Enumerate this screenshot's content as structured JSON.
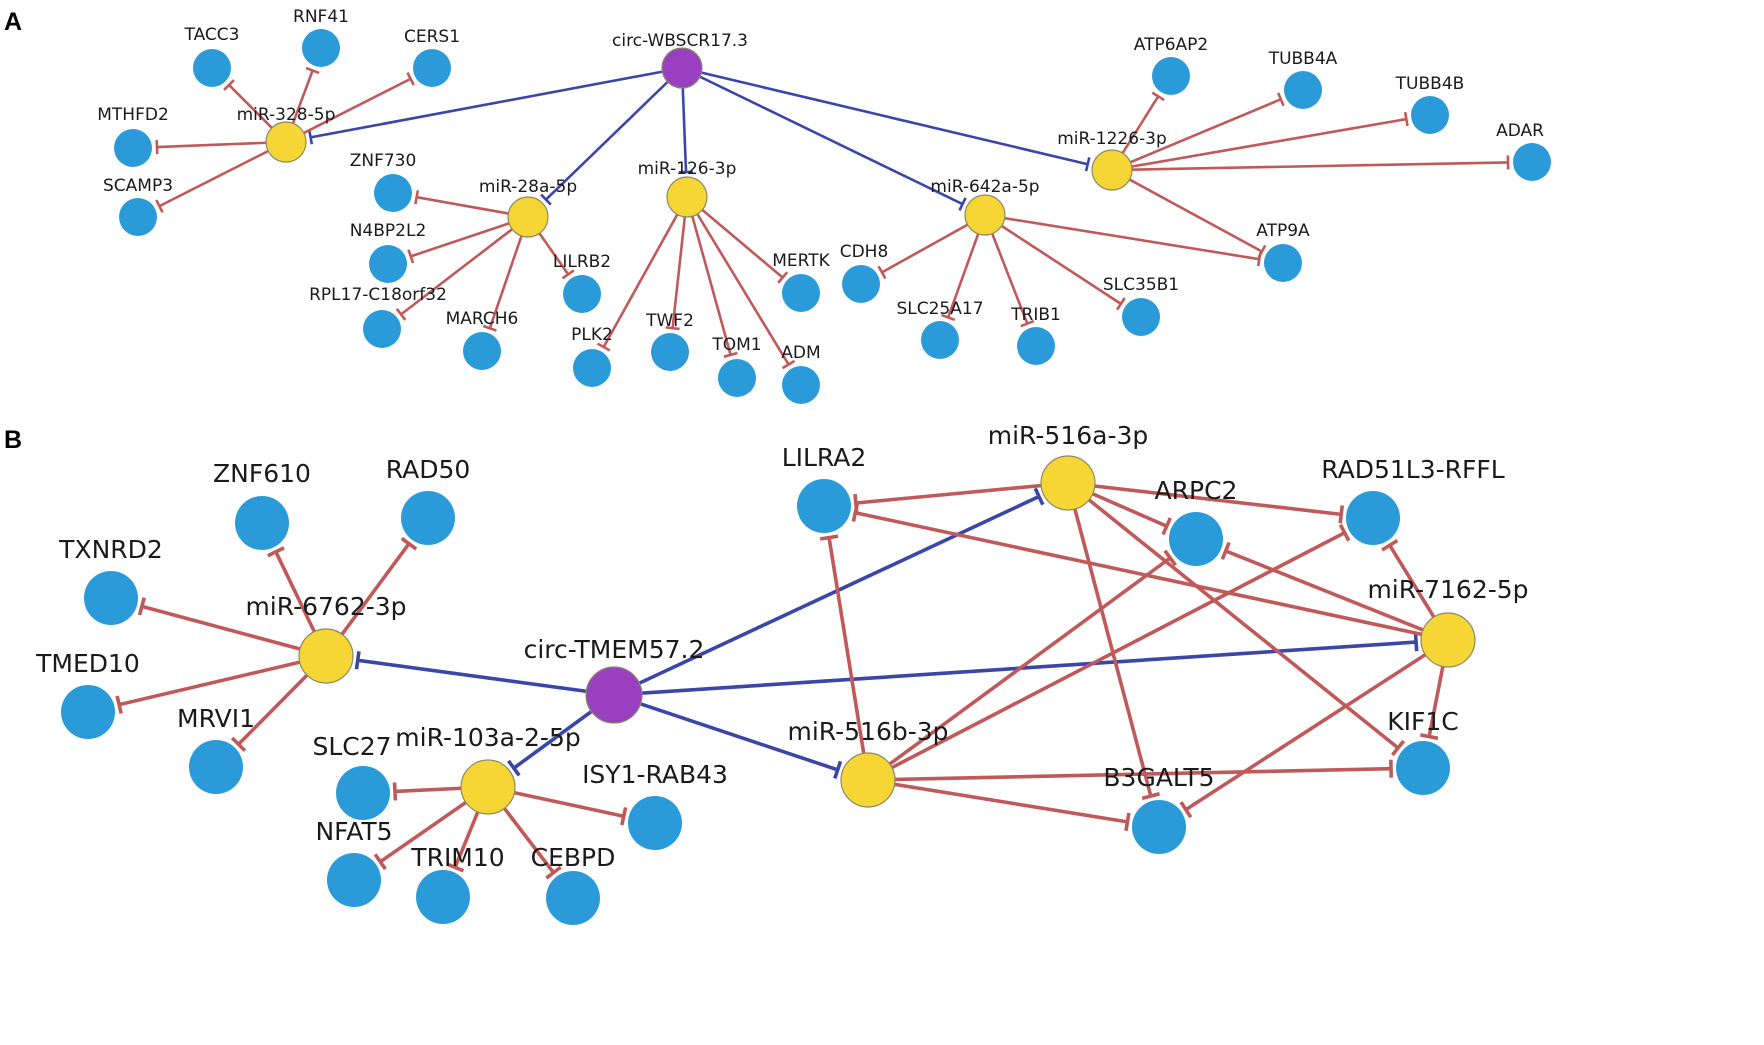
{
  "colors": {
    "circ": "#9a3fbf",
    "mirna": "#f5d635",
    "gene": "#2a9bd8",
    "edge_red": "#c05a5a",
    "edge_blue": "#3a46a8",
    "node_stroke": "#8a8a6a"
  },
  "panels": [
    {
      "id": "A",
      "label": "A",
      "nodes": [
        {
          "id": "circ",
          "label": "circ-WBSCR17.3",
          "kind": "circ"
        },
        {
          "id": "m328",
          "label": "miR-328-5p",
          "kind": "mirna"
        },
        {
          "id": "m28a",
          "label": "miR-28a-5p",
          "kind": "mirna"
        },
        {
          "id": "m126",
          "label": "miR-126-3p",
          "kind": "mirna"
        },
        {
          "id": "m642",
          "label": "miR-642a-5p",
          "kind": "mirna"
        },
        {
          "id": "m1226",
          "label": "miR-1226-3p",
          "kind": "mirna"
        },
        {
          "id": "TACC3",
          "label": "TACC3",
          "kind": "gene"
        },
        {
          "id": "RNF41",
          "label": "RNF41",
          "kind": "gene"
        },
        {
          "id": "CERS1",
          "label": "CERS1",
          "kind": "gene"
        },
        {
          "id": "MTHFD2",
          "label": "MTHFD2",
          "kind": "gene"
        },
        {
          "id": "SCAMP3",
          "label": "SCAMP3",
          "kind": "gene"
        },
        {
          "id": "ZNF730",
          "label": "ZNF730",
          "kind": "gene"
        },
        {
          "id": "N4BP2L2",
          "label": "N4BP2L2",
          "kind": "gene"
        },
        {
          "id": "RPL17",
          "label": "RPL17-C18orf32",
          "kind": "gene"
        },
        {
          "id": "MARCH6",
          "label": "MARCH6",
          "kind": "gene"
        },
        {
          "id": "LILRB2",
          "label": "LILRB2",
          "kind": "gene"
        },
        {
          "id": "PLK2",
          "label": "PLK2",
          "kind": "gene"
        },
        {
          "id": "TWF2",
          "label": "TWF2",
          "kind": "gene"
        },
        {
          "id": "TOM1",
          "label": "TOM1",
          "kind": "gene"
        },
        {
          "id": "ADM",
          "label": "ADM",
          "kind": "gene"
        },
        {
          "id": "MERTK",
          "label": "MERTK",
          "kind": "gene"
        },
        {
          "id": "CDH8",
          "label": "CDH8",
          "kind": "gene"
        },
        {
          "id": "SLC25A17",
          "label": "SLC25A17",
          "kind": "gene"
        },
        {
          "id": "TRIB1",
          "label": "TRIB1",
          "kind": "gene"
        },
        {
          "id": "SLC35B1",
          "label": "SLC35B1",
          "kind": "gene"
        },
        {
          "id": "ATP6AP2",
          "label": "ATP6AP2",
          "kind": "gene"
        },
        {
          "id": "TUBB4A",
          "label": "TUBB4A",
          "kind": "gene"
        },
        {
          "id": "TUBB4B",
          "label": "TUBB4B",
          "kind": "gene"
        },
        {
          "id": "ADAR",
          "label": "ADAR",
          "kind": "gene"
        },
        {
          "id": "ATP9A",
          "label": "ATP9A",
          "kind": "gene"
        }
      ],
      "edges": [
        [
          "circ",
          "m328",
          "blue"
        ],
        [
          "circ",
          "m28a",
          "blue"
        ],
        [
          "circ",
          "m126",
          "blue"
        ],
        [
          "circ",
          "m642",
          "blue"
        ],
        [
          "circ",
          "m1226",
          "blue"
        ],
        [
          "m328",
          "TACC3",
          "red"
        ],
        [
          "m328",
          "RNF41",
          "red"
        ],
        [
          "m328",
          "CERS1",
          "red"
        ],
        [
          "m328",
          "MTHFD2",
          "red"
        ],
        [
          "m328",
          "SCAMP3",
          "red"
        ],
        [
          "m28a",
          "ZNF730",
          "red"
        ],
        [
          "m28a",
          "N4BP2L2",
          "red"
        ],
        [
          "m28a",
          "RPL17",
          "red"
        ],
        [
          "m28a",
          "MARCH6",
          "red"
        ],
        [
          "m28a",
          "LILRB2",
          "red"
        ],
        [
          "m126",
          "PLK2",
          "red"
        ],
        [
          "m126",
          "TWF2",
          "red"
        ],
        [
          "m126",
          "TOM1",
          "red"
        ],
        [
          "m126",
          "ADM",
          "red"
        ],
        [
          "m126",
          "MERTK",
          "red"
        ],
        [
          "m642",
          "CDH8",
          "red"
        ],
        [
          "m642",
          "SLC25A17",
          "red"
        ],
        [
          "m642",
          "TRIB1",
          "red"
        ],
        [
          "m642",
          "SLC35B1",
          "red"
        ],
        [
          "m642",
          "ATP9A",
          "red"
        ],
        [
          "m1226",
          "ATP6AP2",
          "red"
        ],
        [
          "m1226",
          "TUBB4A",
          "red"
        ],
        [
          "m1226",
          "TUBB4B",
          "red"
        ],
        [
          "m1226",
          "ADAR",
          "red"
        ],
        [
          "m1226",
          "ATP9A",
          "red"
        ]
      ]
    },
    {
      "id": "B",
      "label": "B",
      "nodes": [
        {
          "id": "circ",
          "label": "circ-TMEM57.2",
          "kind": "circ"
        },
        {
          "id": "m6762",
          "label": "miR-6762-3p",
          "kind": "mirna"
        },
        {
          "id": "m103",
          "label": "miR-103a-2-5p",
          "kind": "mirna"
        },
        {
          "id": "m516b",
          "label": "miR-516b-3p",
          "kind": "mirna"
        },
        {
          "id": "m516a",
          "label": "miR-516a-3p",
          "kind": "mirna"
        },
        {
          "id": "m7162",
          "label": "miR-7162-5p",
          "kind": "mirna"
        },
        {
          "id": "ZNF610",
          "label": "ZNF610",
          "kind": "gene"
        },
        {
          "id": "RAD50",
          "label": "RAD50",
          "kind": "gene"
        },
        {
          "id": "TXNRD2",
          "label": "TXNRD2",
          "kind": "gene"
        },
        {
          "id": "TMED10",
          "label": "TMED10",
          "kind": "gene"
        },
        {
          "id": "MRVI1",
          "label": "MRVI1",
          "kind": "gene"
        },
        {
          "id": "SLC27",
          "label": "SLC27",
          "kind": "gene"
        },
        {
          "id": "NFAT5",
          "label": "NFAT5",
          "kind": "gene"
        },
        {
          "id": "TRIM10",
          "label": "TRIM10",
          "kind": "gene"
        },
        {
          "id": "CEBPD",
          "label": "CEBPD",
          "kind": "gene"
        },
        {
          "id": "ISY1",
          "label": "ISY1-RAB43",
          "kind": "gene"
        },
        {
          "id": "LILRA2",
          "label": "LILRA2",
          "kind": "gene"
        },
        {
          "id": "ARPC2",
          "label": "ARPC2",
          "kind": "gene"
        },
        {
          "id": "RAD51L3",
          "label": "RAD51L3-RFFL",
          "kind": "gene"
        },
        {
          "id": "KIF1C",
          "label": "KIF1C",
          "kind": "gene"
        },
        {
          "id": "B3GALT5",
          "label": "B3GALT5",
          "kind": "gene"
        }
      ],
      "edges": [
        [
          "circ",
          "m6762",
          "blue"
        ],
        [
          "circ",
          "m103",
          "blue"
        ],
        [
          "circ",
          "m516b",
          "blue"
        ],
        [
          "circ",
          "m516a",
          "blue"
        ],
        [
          "circ",
          "m7162",
          "blue"
        ],
        [
          "m6762",
          "ZNF610",
          "red"
        ],
        [
          "m6762",
          "RAD50",
          "red"
        ],
        [
          "m6762",
          "TXNRD2",
          "red"
        ],
        [
          "m6762",
          "TMED10",
          "red"
        ],
        [
          "m6762",
          "MRVI1",
          "red"
        ],
        [
          "m103",
          "SLC27",
          "red"
        ],
        [
          "m103",
          "NFAT5",
          "red"
        ],
        [
          "m103",
          "TRIM10",
          "red"
        ],
        [
          "m103",
          "CEBPD",
          "red"
        ],
        [
          "m103",
          "ISY1",
          "red"
        ],
        [
          "m516a",
          "LILRA2",
          "red"
        ],
        [
          "m516a",
          "ARPC2",
          "red"
        ],
        [
          "m516a",
          "B3GALT5",
          "red"
        ],
        [
          "m516a",
          "KIF1C",
          "red"
        ],
        [
          "m516a",
          "RAD51L3",
          "red"
        ],
        [
          "m516b",
          "LILRA2",
          "red"
        ],
        [
          "m516b",
          "ARPC2",
          "red"
        ],
        [
          "m516b",
          "RAD51L3",
          "red"
        ],
        [
          "m516b",
          "B3GALT5",
          "red"
        ],
        [
          "m516b",
          "KIF1C",
          "red"
        ],
        [
          "m7162",
          "LILRA2",
          "red"
        ],
        [
          "m7162",
          "ARPC2",
          "red"
        ],
        [
          "m7162",
          "RAD51L3",
          "red"
        ],
        [
          "m7162",
          "KIF1C",
          "red"
        ],
        [
          "m7162",
          "B3GALT5",
          "red"
        ]
      ]
    }
  ]
}
